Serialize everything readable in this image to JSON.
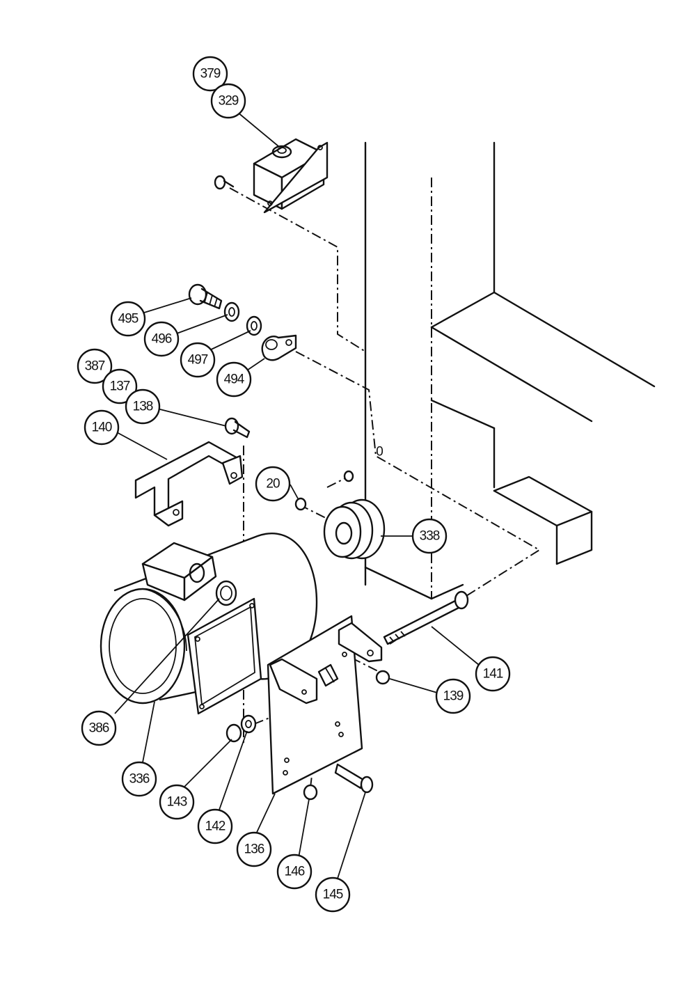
{
  "callouts": [
    {
      "id": "379"
    },
    {
      "id": "329"
    },
    {
      "id": "495"
    },
    {
      "id": "496"
    },
    {
      "id": "497"
    },
    {
      "id": "494"
    },
    {
      "id": "387"
    },
    {
      "id": "137"
    },
    {
      "id": "138"
    },
    {
      "id": "140"
    },
    {
      "id": "20"
    },
    {
      "id": "338"
    },
    {
      "id": "141"
    },
    {
      "id": "139"
    },
    {
      "id": "386"
    },
    {
      "id": "336"
    },
    {
      "id": "143"
    },
    {
      "id": "142"
    },
    {
      "id": "136"
    },
    {
      "id": "146"
    },
    {
      "id": "145"
    }
  ],
  "marker_label": "0"
}
